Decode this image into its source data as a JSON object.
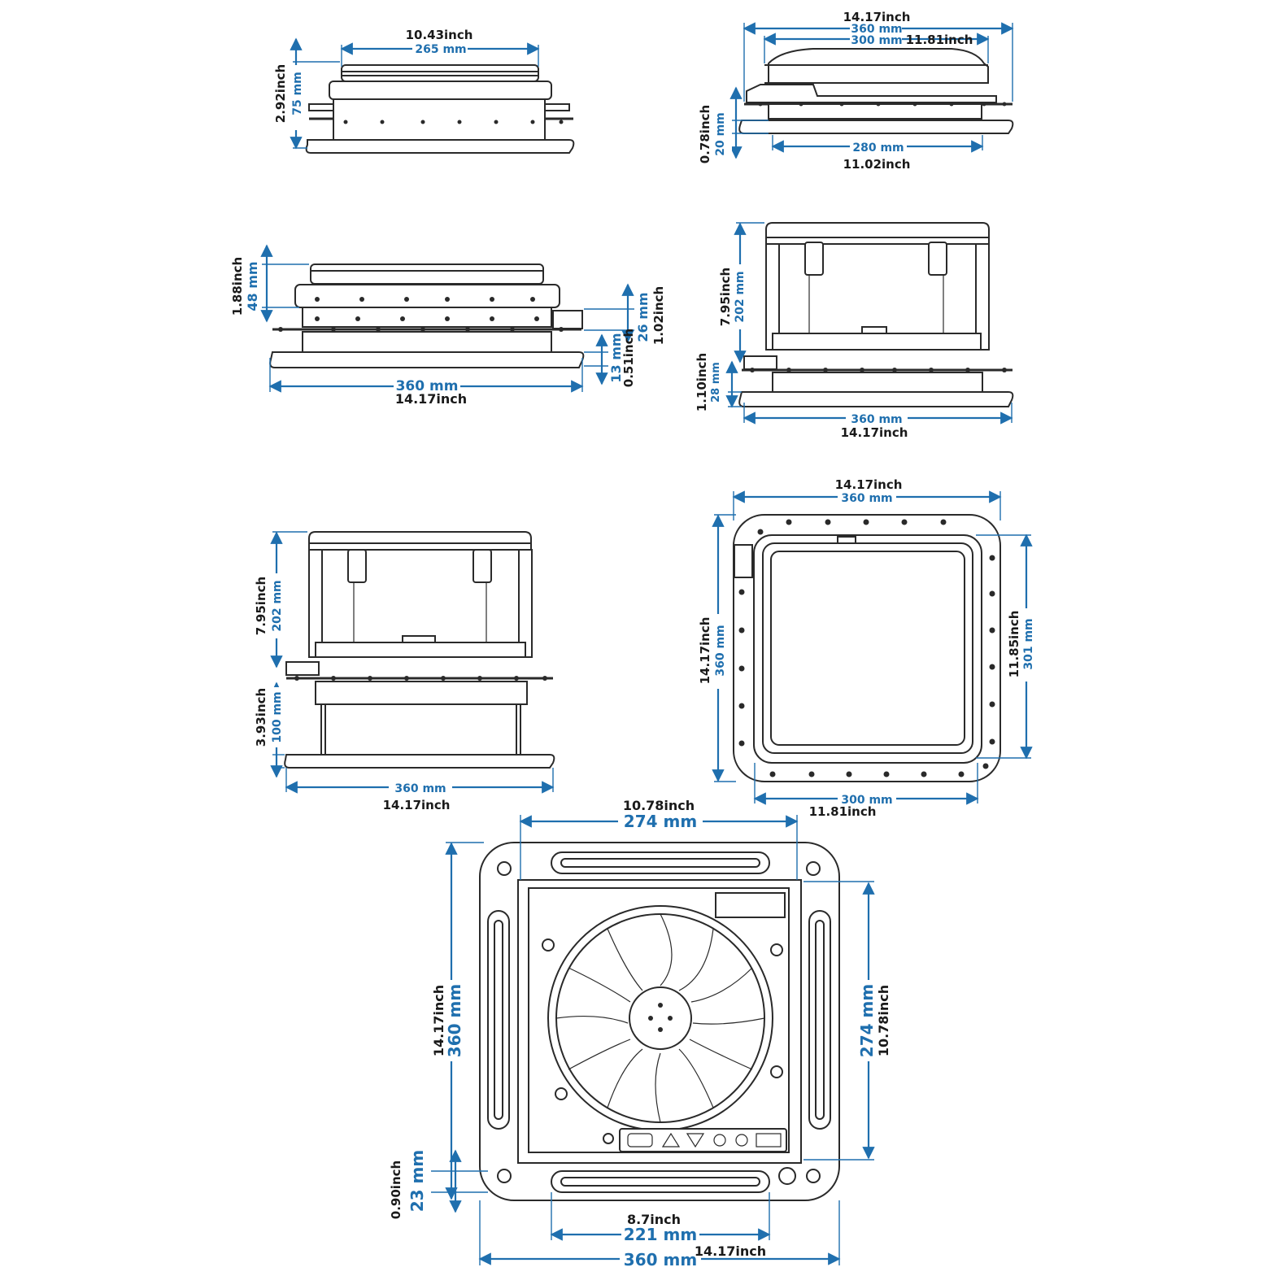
{
  "diagram": {
    "side_view_a": {
      "width_inch": "10.43inch",
      "width_mm": "265 mm",
      "height_inch": "2.92inch",
      "height_mm": "75 mm"
    },
    "side_view_b": {
      "width_inch": "14.17inch",
      "width_mm": "360 mm",
      "width2_mm": "300 mm",
      "width2_inch": "11.81inch",
      "flange_inch": "0.78inch",
      "flange_mm": "20 mm",
      "base_mm": "280 mm",
      "base_inch": "11.02inch"
    },
    "side_view_c": {
      "lid_inch": "1.88inch",
      "lid_mm": "48 mm",
      "right_mm": "26 mm",
      "right_inch": "1.02inch",
      "gap_mm": "13 mm",
      "gap_inch": "0.51inch",
      "width_mm": "360 mm",
      "width_inch": "14.17inch"
    },
    "open_view_a": {
      "height_inch": "7.95inch",
      "height_mm": "202 mm",
      "flange_inch": "1.10inch",
      "flange_mm": "28 mm",
      "width_mm": "360 mm",
      "width_inch": "14.17inch"
    },
    "open_view_b": {
      "height_inch": "7.95inch",
      "height_mm": "202 mm",
      "depth_inch": "3.93inch",
      "depth_mm": "100 mm",
      "width_mm": "360 mm",
      "width_inch": "14.17inch"
    },
    "top_view": {
      "width_inch": "14.17inch",
      "width_mm": "360 mm",
      "height_inch": "14.17inch",
      "height_mm": "360 mm",
      "inner_inch": "11.85inch",
      "inner_mm": "301 mm",
      "bottom_mm": "300 mm",
      "bottom_inch": "11.81inch"
    },
    "bottom_view": {
      "top_inch": "10.78inch",
      "top_mm": "274 mm",
      "left_inch": "14.17inch",
      "left_mm": "360 mm",
      "right_mm": "274 mm",
      "right_inch": "10.78inch",
      "corner_inch": "0.90inch",
      "corner_mm": "23 mm",
      "slot_inch": "8.7inch",
      "slot_mm": "221 mm",
      "total_inch": "14.17inch",
      "total_mm": "360 mm"
    }
  }
}
